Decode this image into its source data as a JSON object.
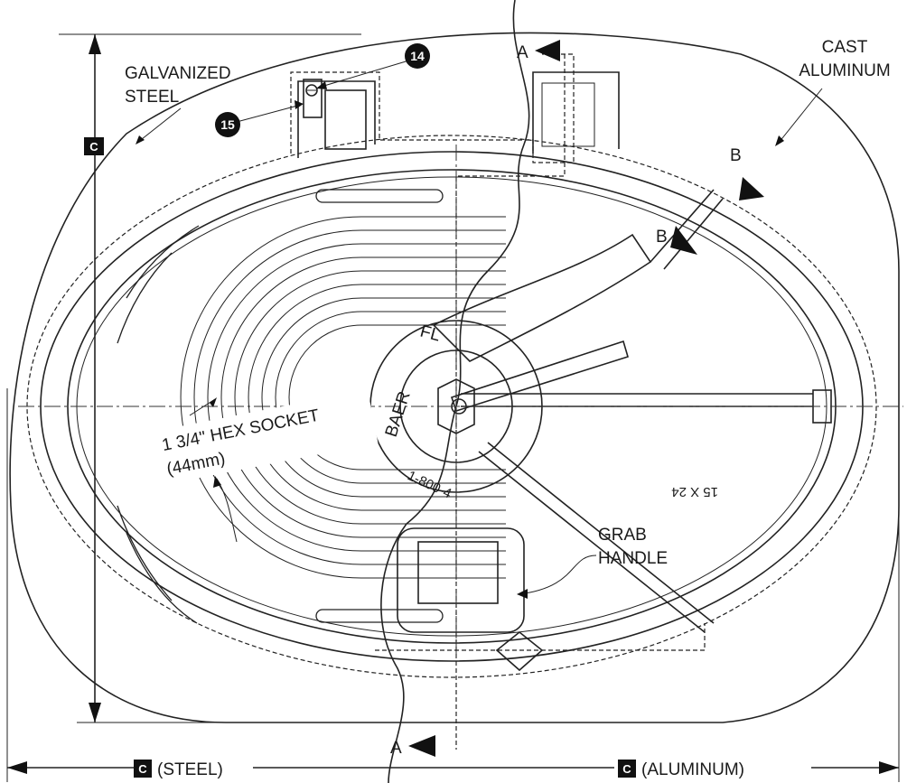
{
  "labels": {
    "galvanized_steel": "GALVANIZED",
    "galvanized_steel_2": "STEEL",
    "cast_aluminum": "CAST",
    "cast_aluminum_2": "ALUMINUM",
    "hex_socket": "1 3/4\" HEX SOCKET",
    "hex_socket_mm": "(44mm)",
    "grab_handle": "GRAB",
    "grab_handle_2": "HANDLE",
    "section_a_top": "A",
    "section_a_bottom": "A",
    "section_b_top": "B",
    "section_b_lower": "B",
    "dim_steel": "(STEEL)",
    "dim_aluminum": "(ALUMINUM)",
    "dim_letter": "C",
    "brand_baer": "BAER",
    "brand_fl": "FL",
    "phone": "1-800-4",
    "size_mark": "15 X 24"
  },
  "callouts": [
    {
      "number": "14"
    },
    {
      "number": "15"
    }
  ],
  "colors": {
    "line": "#222222",
    "callout_fill": "#111111",
    "background": "#ffffff"
  }
}
